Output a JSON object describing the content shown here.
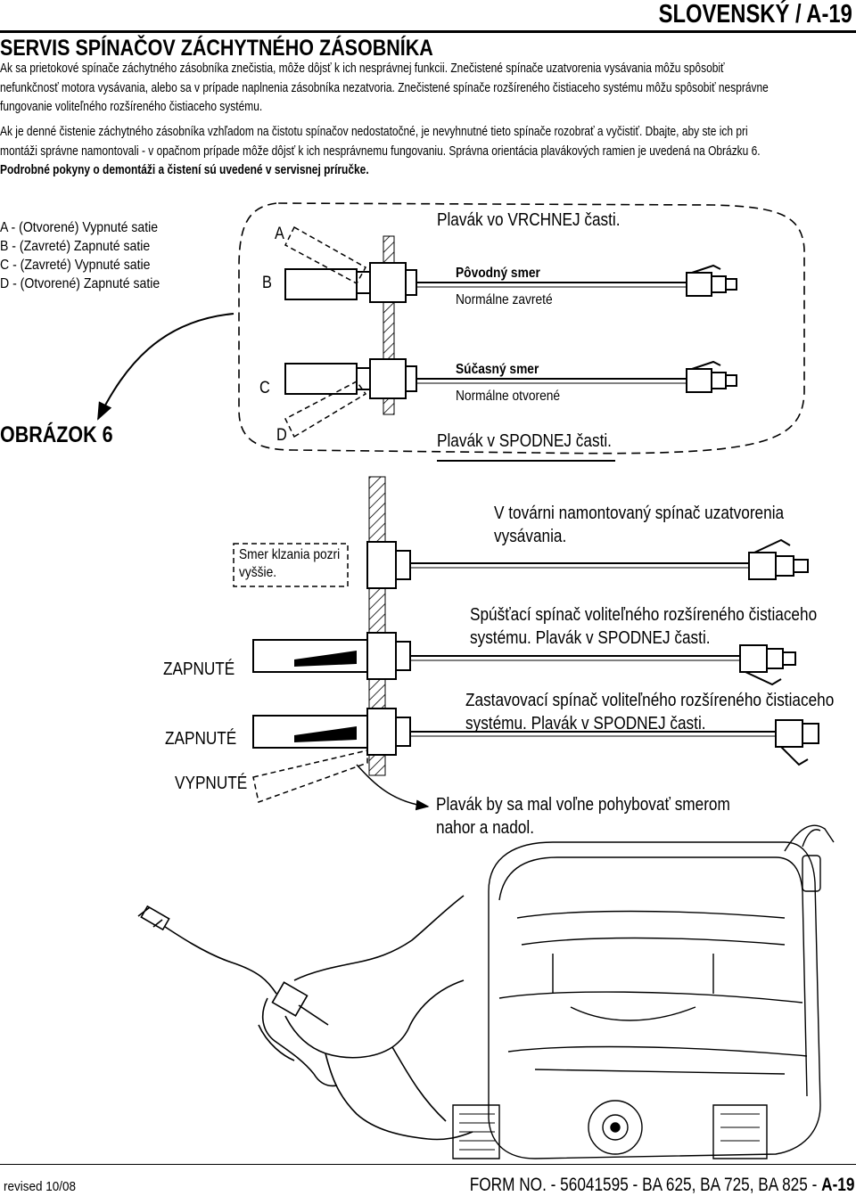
{
  "header": {
    "language": "SLOVENSKÝ / A-19",
    "title": "SERVIS SPÍNAČOV ZÁCHYTNÉHO ZÁSOBNÍKA"
  },
  "body": {
    "para1_line1": "Ak sa prietokové spínače záchytného zásobníka znečistia, môže dôjsť k ich nesprávnej funkcii.  Znečistené spínače uzatvorenia vysávania môžu spôsobiť",
    "para1_line2": "nefunkčnosť motora vysávania, alebo sa v prípade naplnenia zásobníka nezatvoria.  Znečistené spínače rozšíreného čistiaceho systému môžu spôsobiť nesprávne",
    "para1_line3": "fungovanie voliteľného rozšíreného čistiaceho systému.",
    "para2_line1": "Ak je denné čistenie záchytného zásobníka vzhľadom na čistotu spínačov nedostatočné, je nevyhnutné tieto spínače rozobrať a vyčistiť.  Dbajte, aby ste ich pri",
    "para2_line2": "montáži správne namontovali - v opačnom prípade môže dôjsť k ich nesprávnemu fungovaniu.  Správna orientácia plavákových ramien je uvedená na Obrázku 6.",
    "para2_line3": "Podrobné pokyny o demontáži a čistení sú uvedené v servisnej príručke."
  },
  "legend": [
    "A - (Otvorené) Vypnuté satie",
    "B - (Zavreté) Zapnuté satie",
    "C - (Zavreté) Vypnuté satie",
    "D - (Otvorené) Zapnuté satie"
  ],
  "figure": {
    "caption": "OBRÁZOK 6",
    "top_diagram": {
      "letter_a": "A",
      "letter_b": "B",
      "letter_c": "C",
      "letter_d": "D",
      "float_top": "Plavák vo VRCHNEJ časti.",
      "orig_dir": "Pôvodný smer",
      "normally_closed": "Normálne zavreté",
      "current_dir": "Súčasný smer",
      "normally_open": "Normálne otvorené",
      "float_bottom": "Plavák v SPODNEJ časti."
    },
    "bottom_diagram": {
      "slide_dir_line1": "Smer klzania pozri",
      "slide_dir_line2": "vyššie.",
      "factory_line1": "V továrni namontovaný spínač uzatvorenia",
      "factory_line2": "vysávania.",
      "trigger_line1": "Spúšťací spínač voliteľného rozšíreného čistiaceho",
      "trigger_line2": "systému. Plavák v SPODNEJ časti.",
      "stop_line1": "Zastavovací spínač voliteľného rozšíreného čistiaceho",
      "stop_line2": "systému. Plavák v SPODNEJ časti.",
      "on1": "ZAPNUTÉ",
      "on2": "ZAPNUTÉ",
      "off": "VYPNUTÉ",
      "float_move_line1": "Plavák by sa mal voľne pohybovať smerom",
      "float_move_line2": "nahor a nadol."
    }
  },
  "footer": {
    "revised": "revised 10/08",
    "form_prefix": "FORM NO. - 56041595 - BA 625, BA 725, BA 825 - ",
    "form_page": "A-19"
  }
}
